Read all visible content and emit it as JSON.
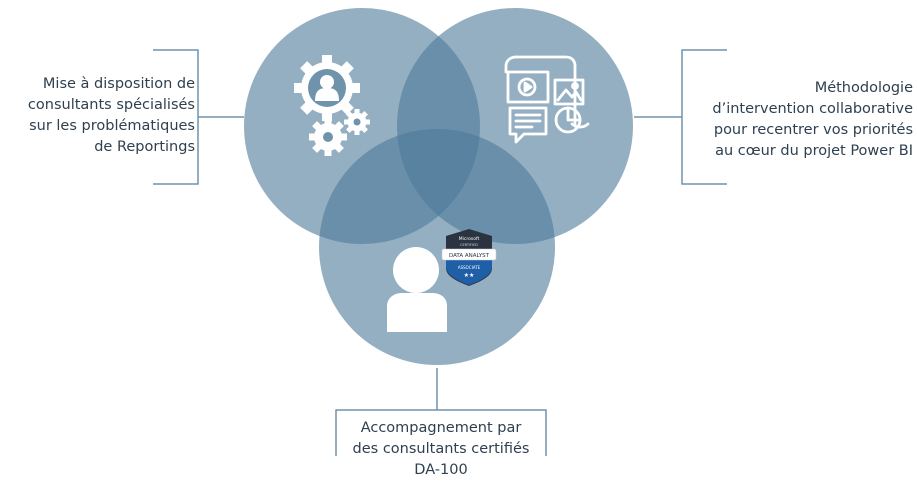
{
  "colors": {
    "circle_fill": "#4d7a99",
    "bracket": "#6f93ab",
    "icon": "#ffffff",
    "text": "#2f4050",
    "badge_dark": "#2b3340",
    "badge_blue": "#1f5fa8"
  },
  "icons": {
    "top_left": "gears-with-person-icon",
    "top_right": "report-documents-icon",
    "bottom": "person-icon",
    "badge": "certification-badge"
  },
  "labels": {
    "left": [
      "Mise à disposition de",
      "consultants spécialisés",
      "sur les problématiques",
      "de Reportings"
    ],
    "right": [
      "Méthodologie",
      "d’intervention collaborative",
      "pour recentrer vos priorités",
      "au cœur du projet Power BI"
    ],
    "bottom": [
      "Accompagnement par",
      "des consultants certifiés",
      "DA-100"
    ]
  },
  "badge": {
    "brand": "Microsoft",
    "subtitle": "CERTIFIED",
    "title": "DATA ANALYST",
    "level": "ASSOCIATE",
    "stars": "★★"
  }
}
